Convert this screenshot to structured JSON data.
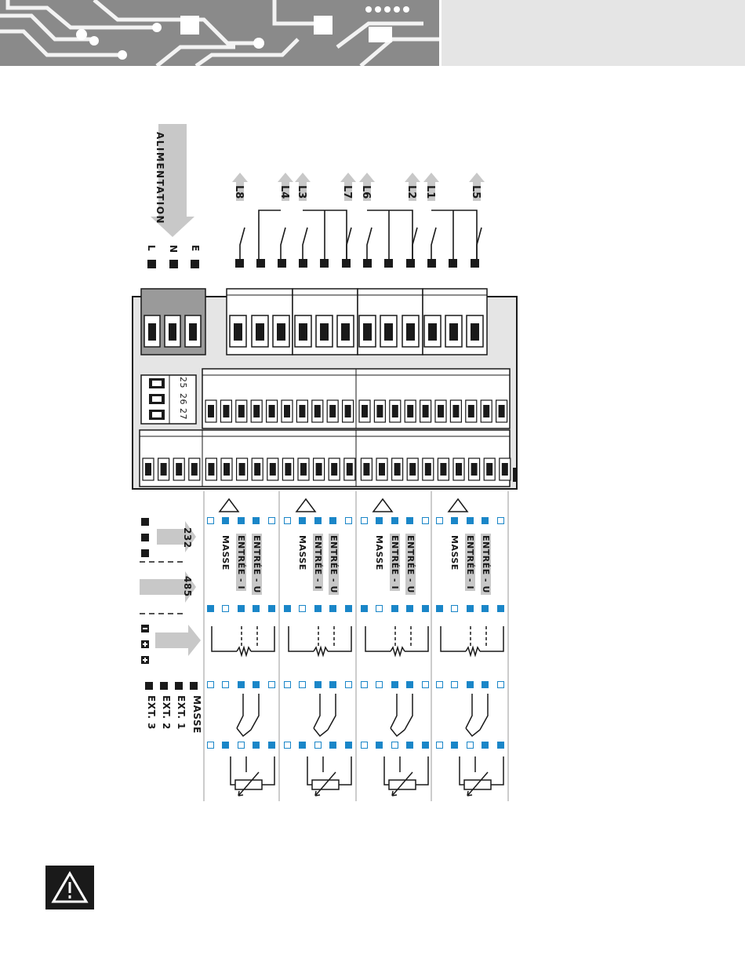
{
  "power": {
    "label": "ALIMENTATION",
    "terminals": [
      "L",
      "N",
      "E"
    ]
  },
  "relays": [
    {
      "id": "group-1",
      "labels": [
        "L8",
        "L4"
      ]
    },
    {
      "id": "group-2",
      "labels": [
        "L3",
        "L7"
      ]
    },
    {
      "id": "group-3",
      "labels": [
        "L6",
        "L2"
      ]
    },
    {
      "id": "group-4",
      "labels": [
        "L1",
        "L5"
      ]
    }
  ],
  "small_block_numbers": [
    "25",
    "26",
    "27"
  ],
  "left_legend": {
    "comm_232": "232",
    "comm_485": "485",
    "ext_labels": [
      "MASSE",
      "EXT. 1",
      "EXT. 2",
      "EXT. 3"
    ]
  },
  "input_labels": {
    "masse": "MASSE",
    "entree_i": "ENTRÉE - I",
    "entree_u": "ENTRÉE - U"
  },
  "indicator_rows": {
    "row1": [
      "o",
      "f",
      "f",
      "f",
      "o"
    ],
    "row2": [
      "f",
      "o",
      "f",
      "f",
      "f"
    ],
    "row3": [
      "o",
      "o",
      "f",
      "f",
      "o"
    ],
    "row4": [
      "o",
      "f",
      "o",
      "f",
      "f"
    ]
  },
  "colors": {
    "accent": "#1a86c8",
    "header_art": "#8a8a8a",
    "header_panel": "#e5e5e5",
    "ink": "#1a1a1a"
  },
  "icons": [
    "warning-triangle-icon",
    "relay-switch-icon",
    "resistor-icon",
    "potentiometer-icon",
    "thermocouple-icon"
  ]
}
